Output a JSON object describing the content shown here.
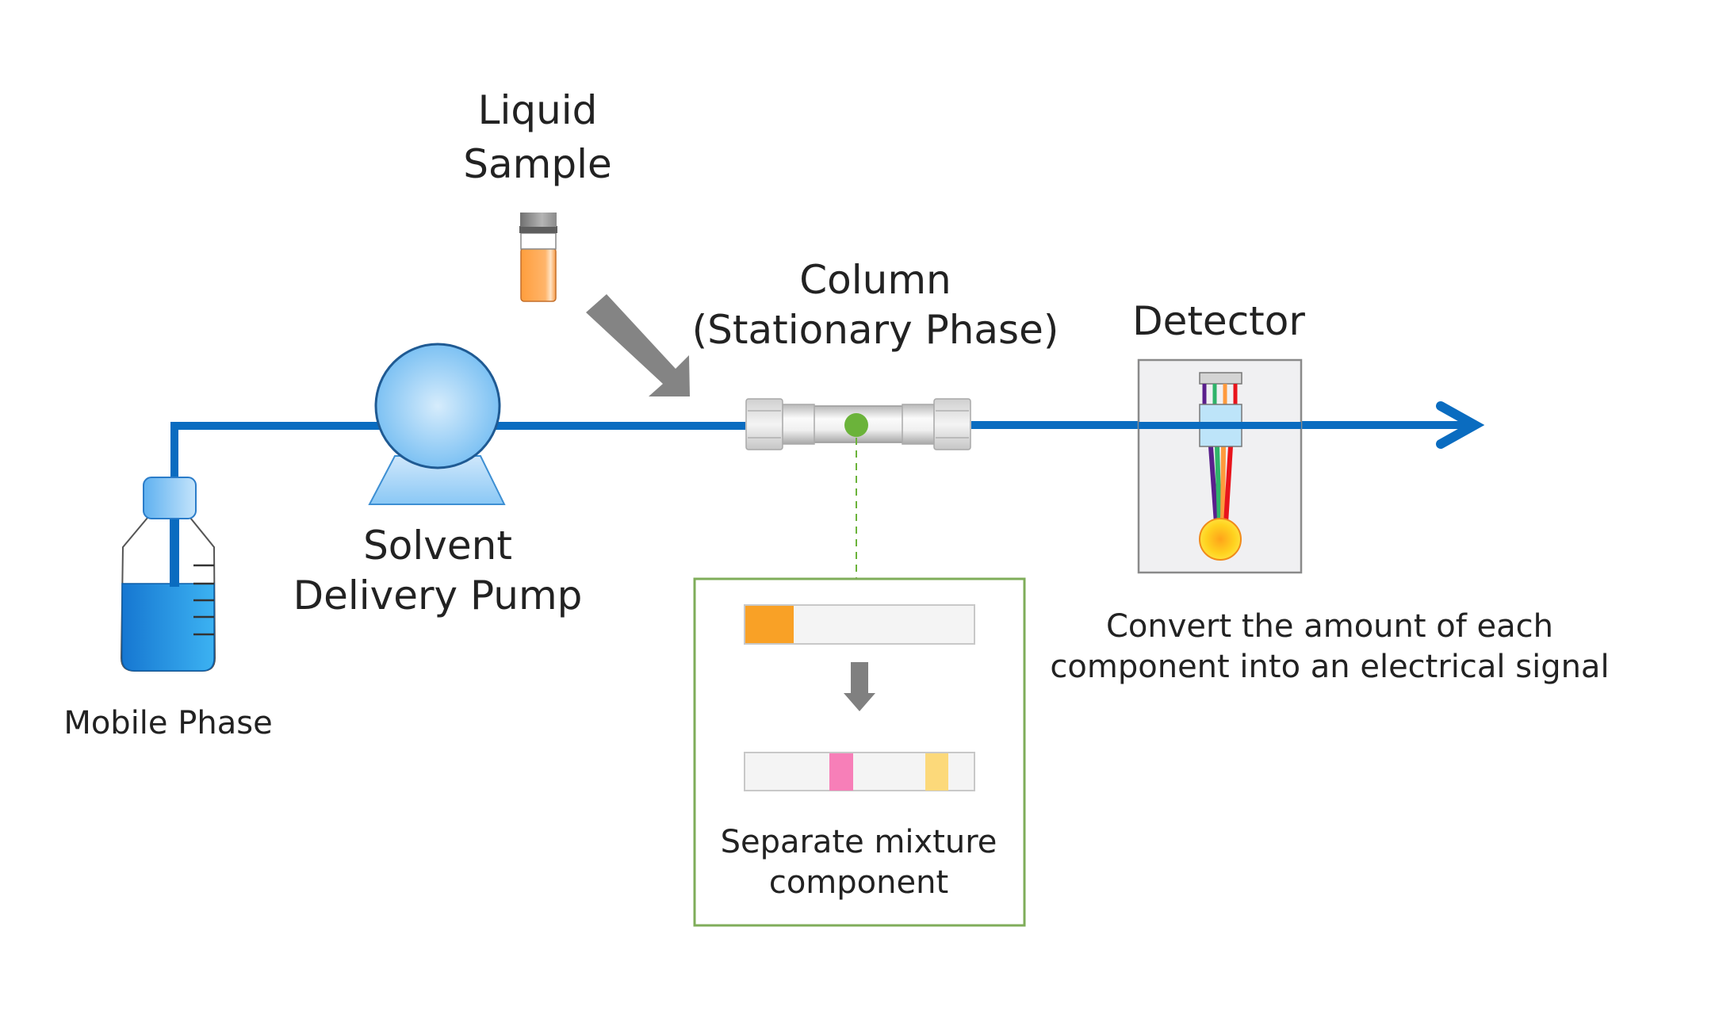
{
  "title": "HPLC system flow diagram",
  "labels": {
    "liquid_sample": [
      "Liquid",
      "Sample"
    ],
    "column": [
      "Column",
      "(Stationary Phase)"
    ],
    "detector": "Detector",
    "pump": [
      "Solvent",
      "Delivery Pump"
    ],
    "mobile_phase": "Mobile Phase",
    "detector_note": [
      "Convert the amount of each",
      "component into an electrical signal"
    ],
    "separation_note": [
      "Separate mixture",
      "component"
    ]
  },
  "colors": {
    "flow_line": "#0a6cc0",
    "pump_fill": "#8fcaf5",
    "mobile_phase_liquid": "#1e8ee0",
    "sample_liquid": "#ffa24a",
    "column_marker": "#6bb33a",
    "callout_border": "#7fad5a",
    "mixture_band": "#f9a126",
    "separated_band_1": "#f77fb8",
    "separated_band_2": "#fcd97a",
    "detector_bulb": "#ffd21f",
    "inject_arrow": "#848484"
  }
}
